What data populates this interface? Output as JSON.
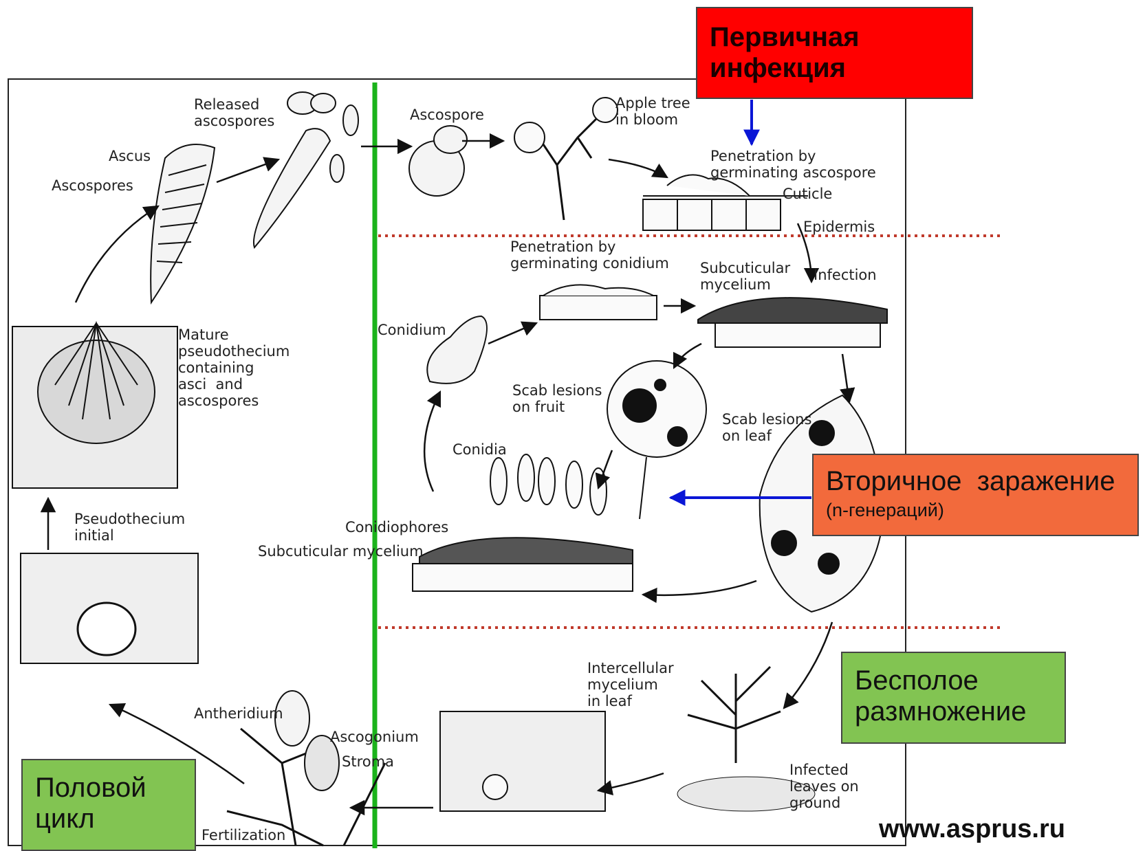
{
  "colors": {
    "primary_box": "#ff0000",
    "secondary_box": "#f26a3c",
    "asexual_box": "#82c452",
    "sexual_box": "#82c452",
    "divider_green": "#1bb31b",
    "dotted_red": "#c0392b",
    "blue_arrow": "#0a16d6"
  },
  "boxes": {
    "primary": "Первичная\nинфекция",
    "secondary_main": "Вторичное  заражение",
    "secondary_sub": "(n-генераций)",
    "asexual": "Бесполое\nразмножение",
    "sexual": "Половой\nцикл"
  },
  "labels": {
    "released_ascospores": "Released\nascospores",
    "ascus": "Ascus",
    "ascospores": "Ascospores",
    "ascospore": "Ascospore",
    "apple_tree_bloom": "Apple tree\nin bloom",
    "penetration_ascospore": "Penetration by\ngerminating ascospore",
    "cuticle": "Cuticle",
    "epidermis": "Epidermis",
    "penetration_conidium": "Penetration by\ngerminating conidium",
    "subcuticular_mycelium_top": "Subcuticular\nmycelium",
    "infection": "Infection",
    "mature_pseudothecium": "Mature\npseudothecium\ncontaining\nasci  and\nascospores",
    "conidium": "Conidium",
    "scab_fruit": "Scab lesions\non fruit",
    "scab_leaf": "Scab lesions\non leaf",
    "conidia": "Conidia",
    "conidiophores": "Conidiophores",
    "subcuticular_mycelium_bottom": "Subcuticular mycelium",
    "pseudothecium_initial": "Pseudothecium\ninitial",
    "intercellular_mycelium": "Intercellular\nmycelium\nin leaf",
    "antheridium": "Antheridium",
    "ascogonium": "Ascogonium",
    "stroma": "Stroma",
    "fertilization": "Fertilization",
    "infected_leaves": "Infected\nleaves on\nground"
  },
  "watermark": "www.asprus.ru"
}
